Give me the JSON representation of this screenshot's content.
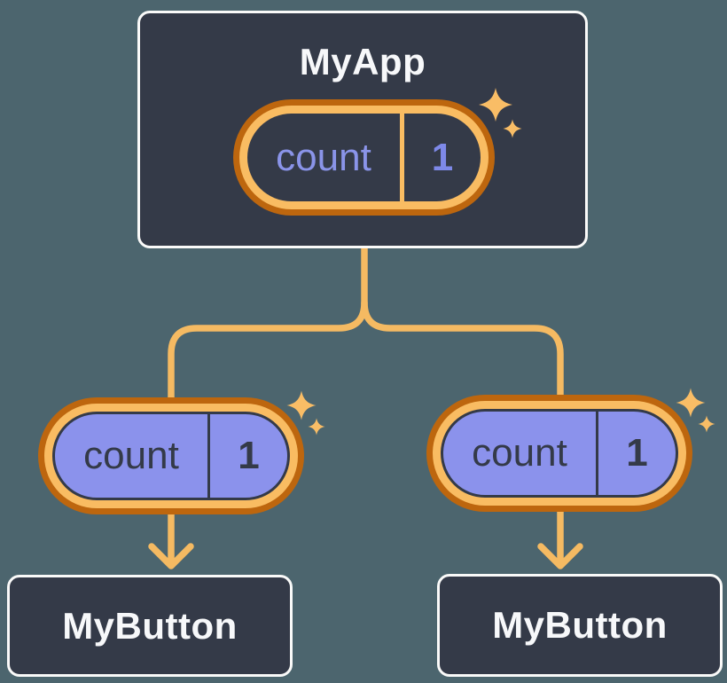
{
  "diagram": {
    "root": {
      "title": "MyApp",
      "state": {
        "name": "count",
        "value": "1"
      }
    },
    "children": [
      {
        "title": "MyButton",
        "prop": {
          "name": "count",
          "value": "1"
        }
      },
      {
        "title": "MyButton",
        "prop": {
          "name": "count",
          "value": "1"
        }
      }
    ],
    "colors": {
      "background": "#4C656E",
      "card_fill": "#343A48",
      "card_border": "#FAFAF9",
      "connector_orange": "#F5BA62",
      "ring_orange_dark": "#BD660E",
      "ring_orange_light": "#F9BC62",
      "prop_pill_purple": "#8B92EC",
      "state_text_purple": "#8A94E9",
      "sparkle": "#F9BD66",
      "title_text": "#F7F8FA"
    }
  }
}
